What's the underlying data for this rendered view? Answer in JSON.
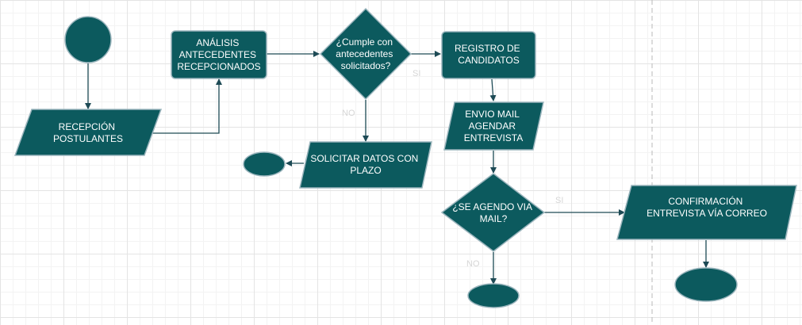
{
  "colors": {
    "node_fill": "#0c5a5e",
    "node_stroke": "#9bb5bd",
    "edge": "#1d4a55",
    "label": "#d6d6d6"
  },
  "nodes": {
    "recepcion": [
      "RECEPCIÓN",
      "POSTULANTES"
    ],
    "analisis": [
      "ANÁLISIS",
      "ANTECEDENTES",
      "RECEPCIONADOS"
    ],
    "cumple": [
      "¿Cumple con",
      "antecedentes",
      "solicitados?"
    ],
    "registro": [
      "REGISTRO DE",
      "CANDIDATOS"
    ],
    "envio": [
      "ENVIO MAIL",
      "AGENDAR",
      "ENTREVISTA"
    ],
    "solicitar": [
      "SOLICITAR DATOS CON",
      "PLAZO"
    ],
    "agendo": [
      "¿SE AGENDO VIA",
      "MAIL?"
    ],
    "confirmacion": [
      "CONFIRMACIÓN",
      "ENTREVISTA VÍA CORREO"
    ]
  },
  "edge_labels": {
    "cumple_si": "SI",
    "cumple_no": "NO",
    "agendo_si": "SI",
    "agendo_no": "NO"
  }
}
